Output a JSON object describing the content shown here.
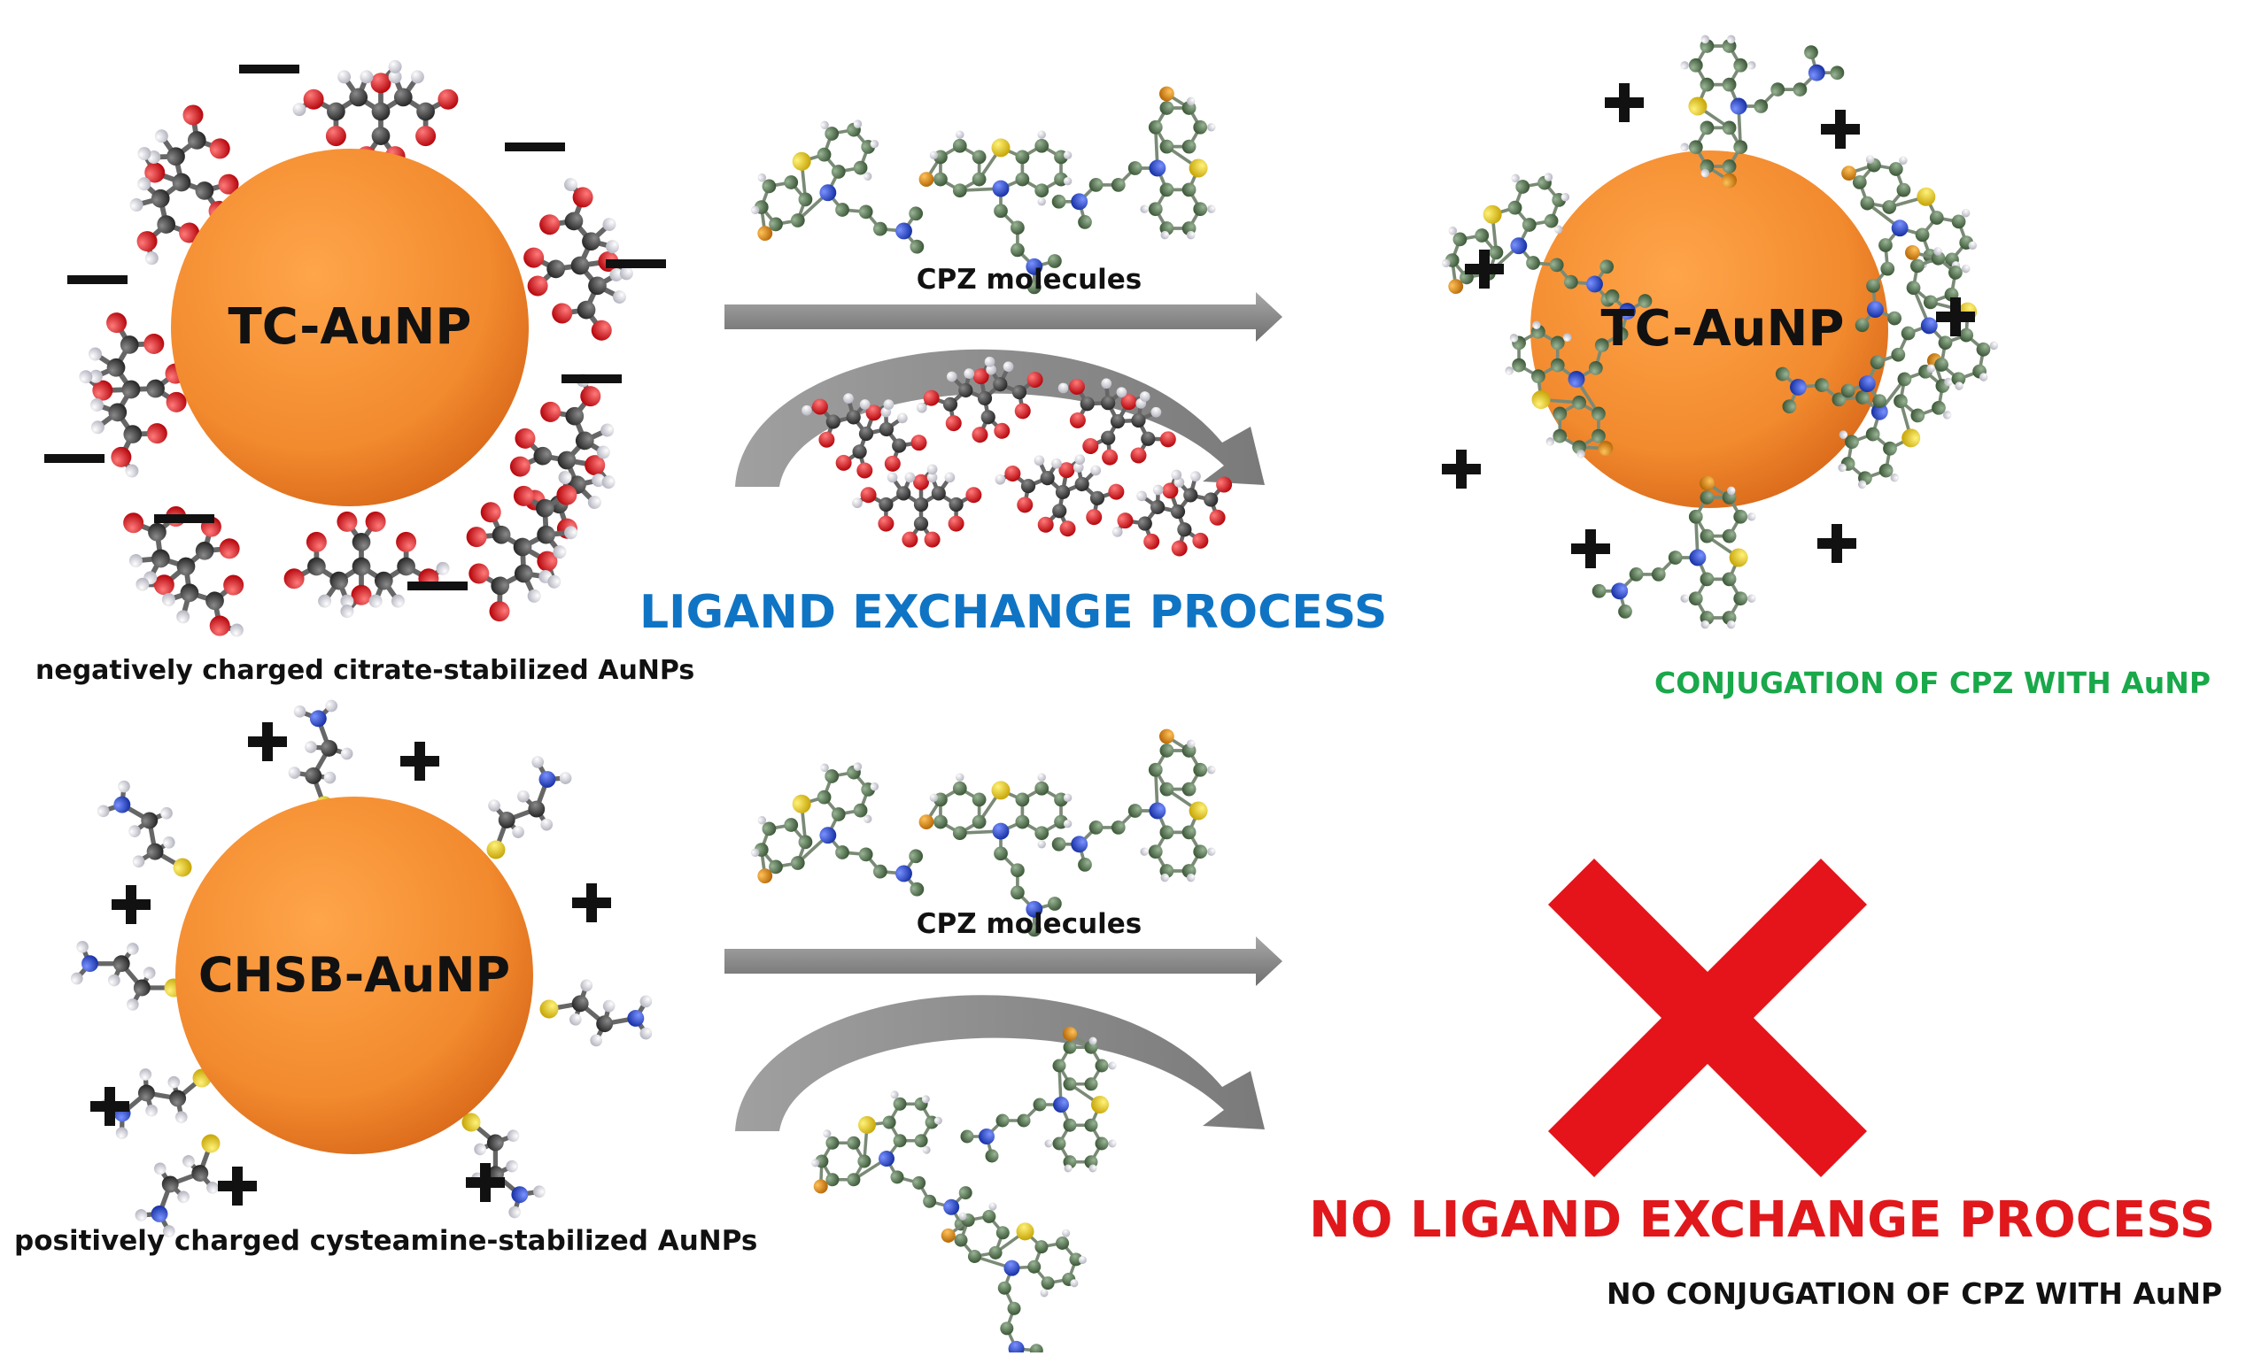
{
  "colors": {
    "gold": "#f28a2e",
    "gold_dark": "#d9691a",
    "blue_title": "#0f74c4",
    "green_title": "#19a84a",
    "red_title": "#e0181c",
    "red_x": "#e4141a",
    "arrow_gray": "#8a8a8a",
    "oxygen": "#e4141a",
    "carbon_dark": "#4a4a4a",
    "carbon_green": "#5e7a5a",
    "hydrogen": "#e6e6f0",
    "sulfur": "#f0d21a",
    "nitrogen": "#2a4fd8",
    "chlorine": "#d98a12"
  },
  "top": {
    "particle_left": "TC-AuNP",
    "particle_right": "TC-AuNP",
    "arrow_label": "CPZ molecules",
    "process_title": "LIGAND EXCHANGE PROCESS",
    "caption_left": "negatively charged citrate-stabilized AuNPs",
    "caption_right": "CONJUGATION OF CPZ WITH AuNP",
    "charge_left": "—",
    "charge_right": "✚"
  },
  "bottom": {
    "particle_left": "CHSB-AuNP",
    "arrow_label": "CPZ molecules",
    "process_title": "NO LIGAND EXCHANGE PROCESS",
    "caption_left": "positively charged cysteamine-stabilized AuNPs",
    "caption_right": "NO CONJUGATION OF CPZ WITH AuNP",
    "charge_left": "✚"
  },
  "icons": {
    "x_mark": "red-x-icon",
    "arrow": "process-arrow-icon",
    "citrate": "citrate-molecule-icon",
    "cpz": "cpz-molecule-icon",
    "cysteamine": "cysteamine-molecule-icon"
  }
}
